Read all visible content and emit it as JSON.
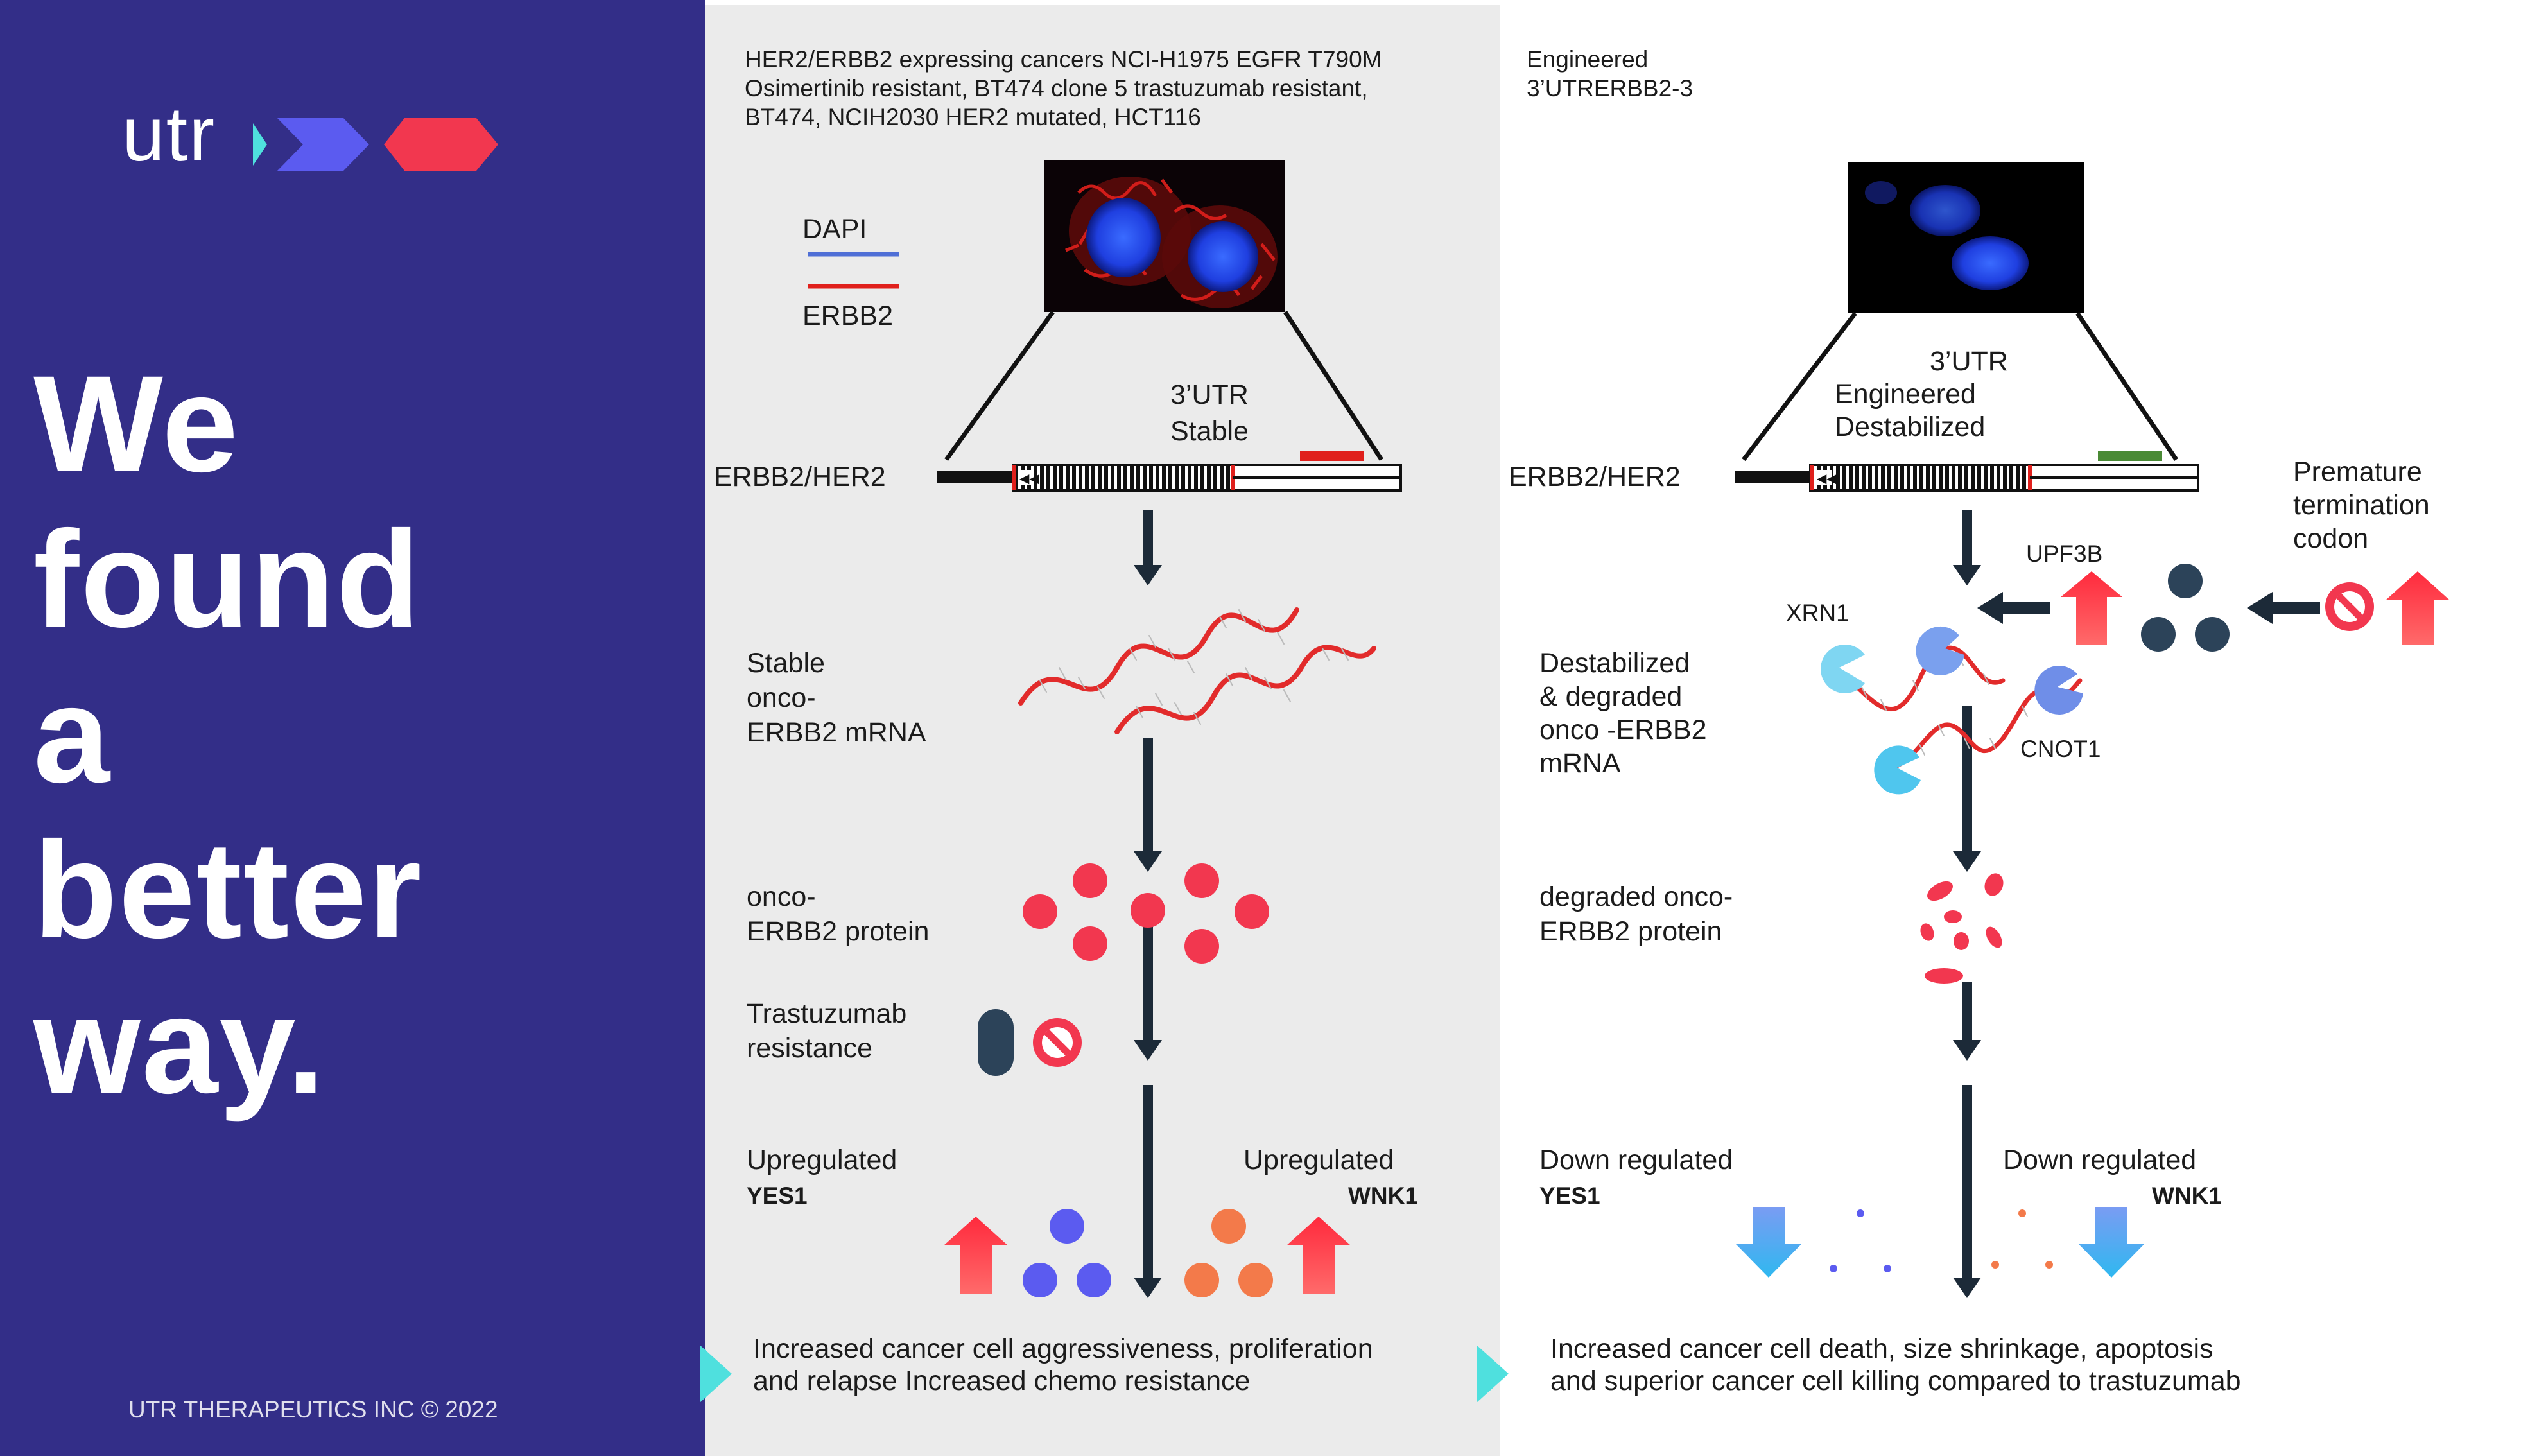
{
  "brand": {
    "logo_text": "utr",
    "copyright": "UTR THERAPEUTICS INC © 2022",
    "colors": {
      "navy": "#332e88",
      "accent_blue": "#5b5bf0",
      "accent_red": "#f2374f",
      "teal": "#4fe0de",
      "dark": "#1c2a38"
    }
  },
  "headline": [
    "We",
    "found",
    "a",
    "better",
    "way."
  ],
  "left_column": {
    "header_lines": [
      "HER2/ERBB2 expressing cancers NCI-H1975 EGFR T790M",
      "Osimertinib  resistant, BT474 clone 5 trastuzumab resistant,",
      "BT474, NCIH2030 HER2 mutated, HCT116"
    ],
    "legend": {
      "dapi": "DAPI",
      "erbb2": "ERBB2"
    },
    "gene_label": "ERBB2/HER2",
    "utr_label": [
      "3’UTR",
      "Stable"
    ],
    "mrna_label": [
      "Stable",
      "onco-",
      "ERBB2 mRNA"
    ],
    "protein_label": [
      "onco-",
      "ERBB2 protein"
    ],
    "trastuzumab_label": [
      "Trastuzumab",
      "resistance"
    ],
    "yes1": {
      "text": "Upregulated",
      "gene": "YES1"
    },
    "wnk1": {
      "text": "Upregulated",
      "gene": "WNK1"
    },
    "outcome": [
      "Increased cancer cell aggressiveness, proliferation",
      "and relapse Increased chemo resistance"
    ]
  },
  "right_column": {
    "header_lines": [
      "Engineered",
      "3’UTRERBB2-3"
    ],
    "gene_label": "ERBB2/HER2",
    "utr_label": [
      "3’UTR",
      "Engineered",
      "Destabilized"
    ],
    "premature_label": [
      "Premature",
      "termination",
      "codon"
    ],
    "upf3b": "UPF3B",
    "xrn1": "XRN1",
    "cnot1": "CNOT1",
    "mrna_label": [
      "Destabilized",
      "& degraded",
      "onco -ERBB2",
      "mRNA"
    ],
    "protein_label": [
      "degraded onco-",
      "ERBB2 protein"
    ],
    "yes1": {
      "text": "Down regulated",
      "gene": "YES1"
    },
    "wnk1": {
      "text": "Down regulated",
      "gene": "WNK1"
    },
    "outcome": [
      "Increased cancer cell death, size shrinkage, apoptosis",
      "and superior cancer cell killing compared to trastuzumab"
    ]
  }
}
